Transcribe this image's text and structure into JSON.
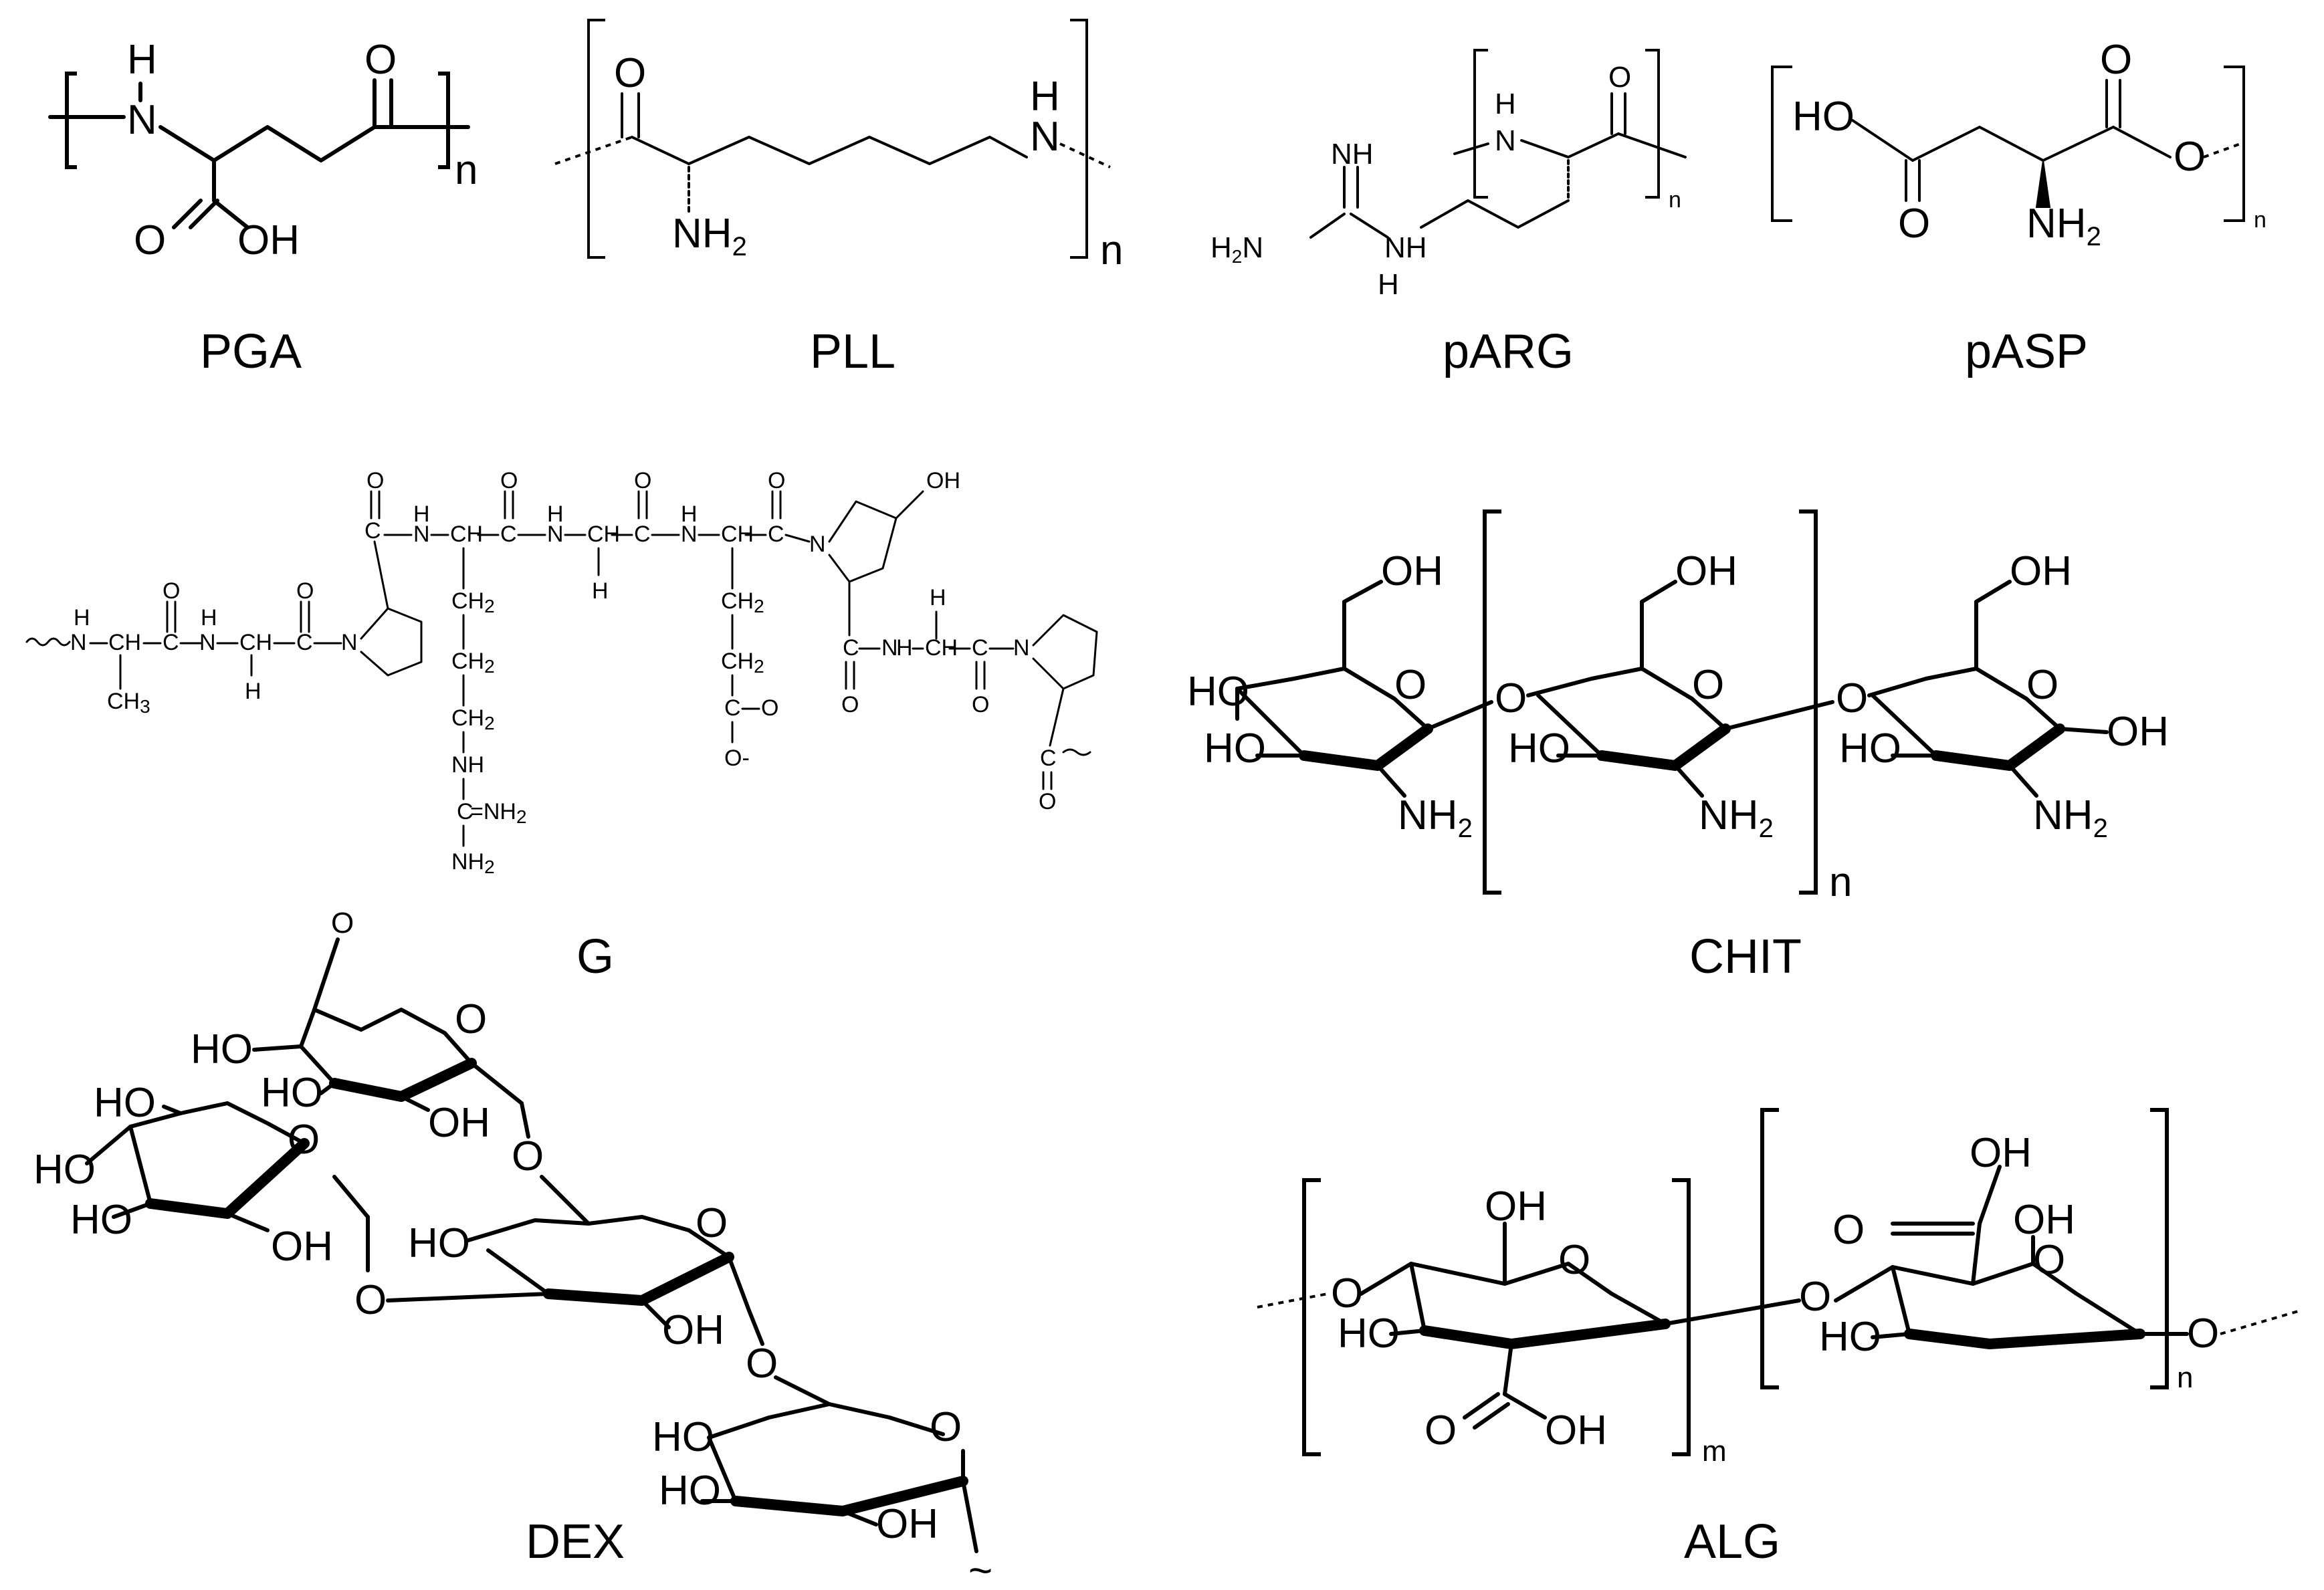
{
  "figure": {
    "captions": {
      "pga": "PGA",
      "pll": "PLL",
      "parg": "pARG",
      "pasp": "pASP",
      "gelatin": "G",
      "chitosan": "CHIT",
      "dextran": "DEX",
      "alginate": "ALG"
    },
    "atoms": {
      "h": "H",
      "n": "N",
      "o": "O",
      "oh": "OH",
      "ho": "HO",
      "nh": "NH",
      "nh2": "NH",
      "h2n": "H",
      "ch": "CH",
      "ch2": "CH",
      "ch3": "CH",
      "c": "C",
      "o_minus": "O-",
      "sub2": "2",
      "sub3": "3",
      "repeat_n": "n",
      "repeat_m": "m",
      "tilde": "~",
      "eq_nh2": "=NH"
    }
  }
}
